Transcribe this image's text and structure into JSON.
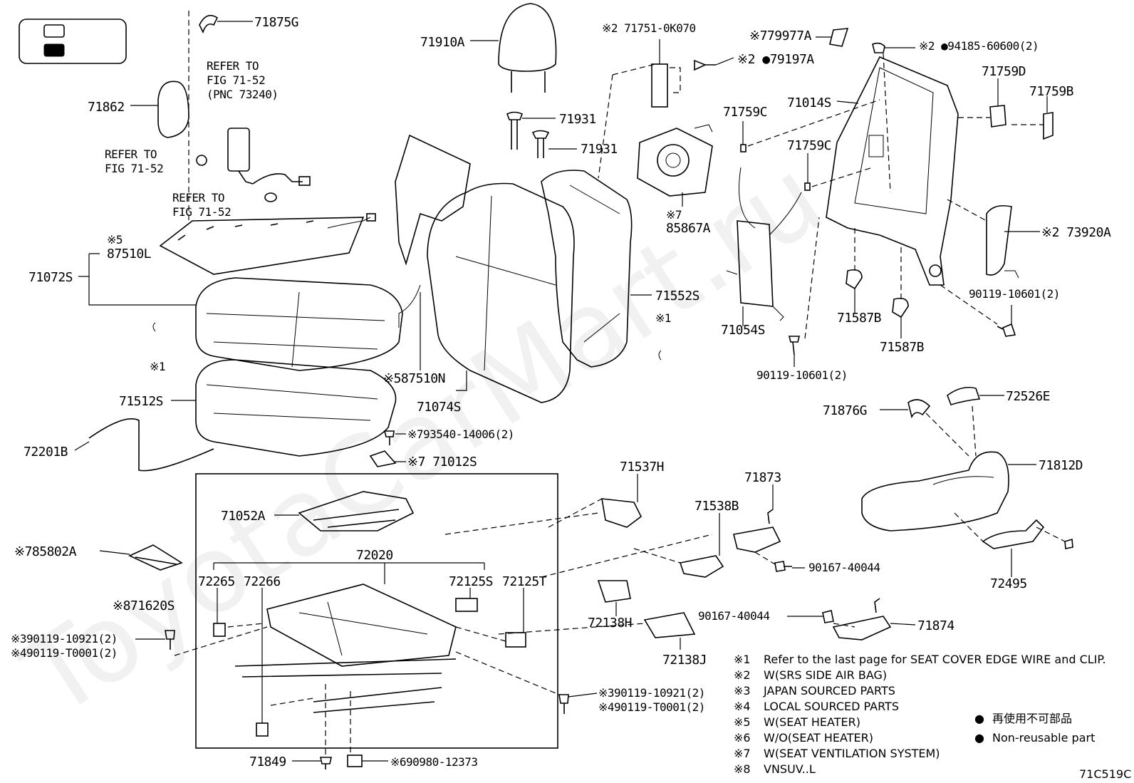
{
  "figure_code": "71C519C",
  "watermark": "ToyotaCarMart.ru",
  "legend_box": {
    "open_square": "",
    "filled_square": ""
  },
  "labels": {
    "p71875G": "71875G",
    "p71910A": "71910A",
    "p71751": "※2 71751-0K070",
    "p79977A": "※779977A",
    "p94185": "※2 ●94185-60600(2)",
    "p79197A": "※2 ●79197A",
    "p71862": "71862",
    "refer1_a": "REFER TO",
    "refer1_b": "FIG 71-52",
    "refer1_c": "(PNC 73240)",
    "refer2_a": "REFER TO",
    "refer2_b": "FIG 71-52",
    "refer3_a": "REFER TO",
    "refer3_b": "FIG 71-52",
    "p71931a": "71931",
    "p71931b": "71931",
    "p71759C_a": "71759C",
    "p71759C_b": "71759C",
    "p71014S": "71014S",
    "p71759D": "71759D",
    "p71759B": "71759B",
    "p87510L_mark": "※5",
    "p87510L": "87510L",
    "p71072S": "71072S",
    "p85867A": "※7",
    "p85867A_b": "85867A",
    "p73920A": "※2 73920A",
    "p71552S": "71552S",
    "p71054S": "71054S",
    "p71587B_a": "71587B",
    "p71587B_b": "71587B",
    "p90119_10601a": "90119-10601(2)",
    "p90119_10601b": "90119-10601(2)",
    "p_x1a": "※1",
    "p_x1b": "※1",
    "p87510N": "※587510N",
    "p71074S": "71074S",
    "p71512S": "71512S",
    "p93540": "※793540-14006(2)",
    "p71012S": "※7 71012S",
    "p72201B": "72201B",
    "p72526E": "72526E",
    "p71876G": "71876G",
    "p71812D": "71812D",
    "p71537H": "71537H",
    "p71873": "71873",
    "p71538B": "71538B",
    "p90167_a": "90167-40044",
    "p90167_b": "90167-40044",
    "p72495": "72495",
    "p71052A": "71052A",
    "p85802A": "※785802A",
    "p72020": "72020",
    "p72265": "72265",
    "p72266": "72266",
    "p72125S": "72125S",
    "p72125T": "72125T",
    "p71620S": "※871620S",
    "p90119_10921a": "※390119-10921(2)",
    "p90119_T0001a": "※490119-T0001(2)",
    "p90119_10921b": "※390119-10921(2)",
    "p90119_T0001b": "※490119-T0001(2)",
    "p72138H": "72138H",
    "p72138J": "72138J",
    "p71874": "71874",
    "p71849": "71849",
    "p90980": "※690980-12373"
  },
  "notes": [
    {
      "mark": "※1",
      "text": "Refer to the last page for SEAT COVER EDGE WIRE and CLIP."
    },
    {
      "mark": "※2",
      "text": "W(SRS SIDE AIR BAG)"
    },
    {
      "mark": "※3",
      "text": "JAPAN SOURCED PARTS"
    },
    {
      "mark": "※4",
      "text": "LOCAL SOURCED PARTS"
    },
    {
      "mark": "※5",
      "text": "W(SEAT HEATER)"
    },
    {
      "mark": "※6",
      "text": "W/O(SEAT HEATER)"
    },
    {
      "mark": "※7",
      "text": "W(SEAT VENTILATION SYSTEM)"
    },
    {
      "mark": "※8",
      "text": "VNSUV..L"
    }
  ],
  "symbol_legend": [
    {
      "symbol": "●",
      "text": "再使用不可部品"
    },
    {
      "symbol": "●",
      "text": "Non-reusable part"
    }
  ]
}
